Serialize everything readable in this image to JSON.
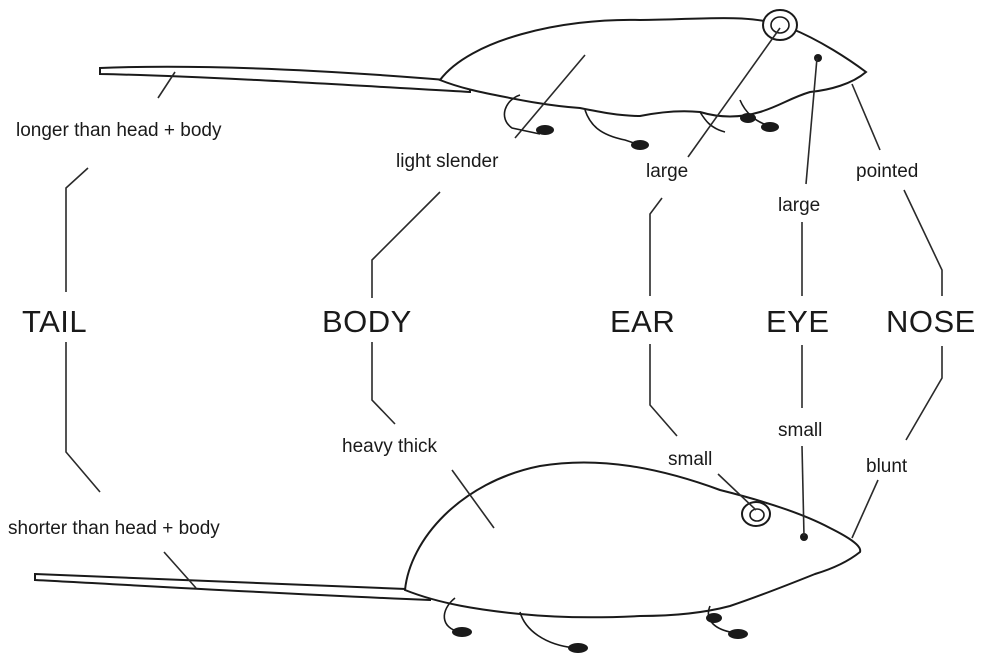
{
  "categories": {
    "tail": "TAIL",
    "body": "BODY",
    "ear": "EAR",
    "eye": "EYE",
    "nose": "NOSE"
  },
  "top_animal": {
    "tail": "longer than head + body",
    "body": "light slender",
    "ear": "large",
    "eye": "large",
    "nose": "pointed"
  },
  "bottom_animal": {
    "tail": "shorter than head + body",
    "body": "heavy thick",
    "ear": "small",
    "eye": "small",
    "nose": "blunt"
  }
}
